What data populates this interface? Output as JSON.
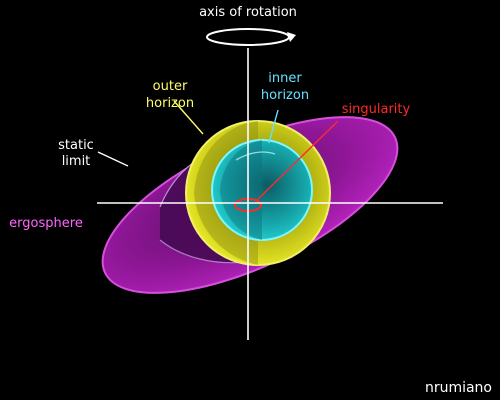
{
  "labels": {
    "axis_of_rotation": "axis of rotation",
    "outer_horizon_line1": "outer",
    "outer_horizon_line2": "horizon",
    "inner_horizon_line1": "inner",
    "inner_horizon_line2": "horizon",
    "singularity": "singularity",
    "static_limit_line1": "static",
    "static_limit_line2": "limit",
    "ergosphere": "ergosphere",
    "credit": "nrumiano"
  },
  "colors": {
    "background": "#000000",
    "axis_text": "#ffffff",
    "outer_horizon_text": "#ffff66",
    "inner_horizon_text": "#66e0ff",
    "singularity_text": "#ff2a2a",
    "static_limit_text": "#ffffff",
    "ergosphere_text": "#ff66ff",
    "credit_text": "#ffffff",
    "ergosphere_fill": "#a21aa8",
    "outer_horizon_fill": "#c9c91a",
    "inner_horizon_fill": "#1ec7c7"
  },
  "icons": {
    "rotation_arrow": "rotation-arrow-icon"
  }
}
